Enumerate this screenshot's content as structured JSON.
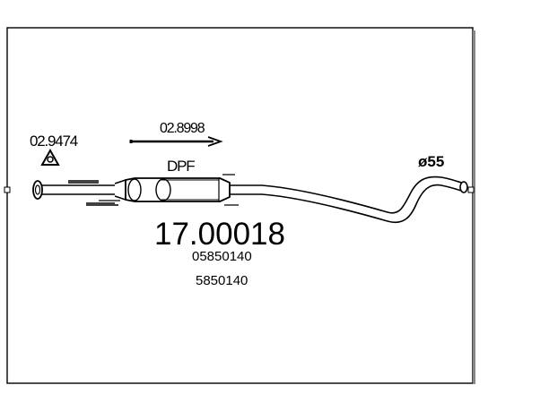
{
  "part_number": "17.00018",
  "ref_numbers": [
    "05850140",
    "5850140"
  ],
  "dpf_label": "DPF",
  "diameter_label": "ø55",
  "gasket_part": "02.9474",
  "clamp_part": "02.8998"
}
